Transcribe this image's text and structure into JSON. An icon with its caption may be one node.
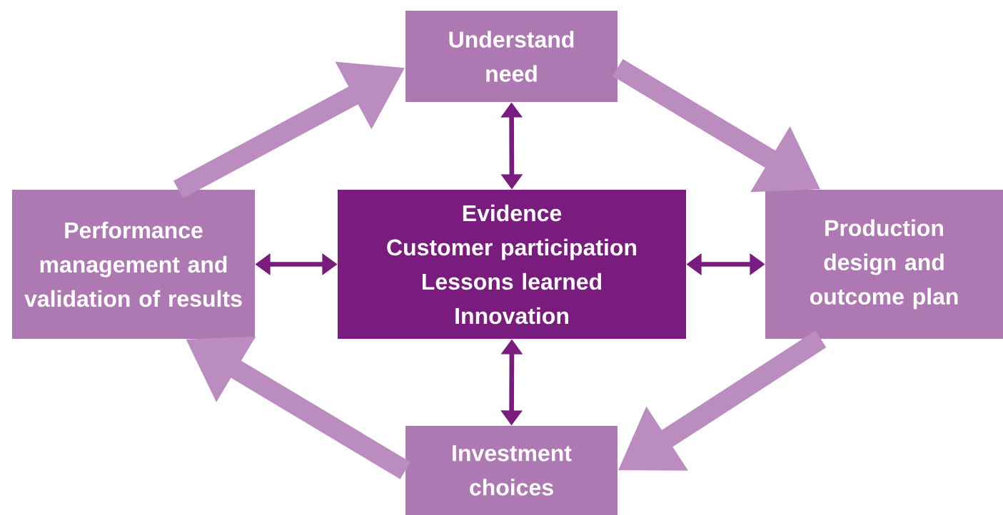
{
  "diagram": {
    "nodes": [
      {
        "text": [
          "Understand need"
        ]
      },
      {
        "text": [
          "Production design and outcome plan"
        ]
      },
      {
        "text": [
          "Investment choices"
        ]
      },
      {
        "text": [
          "Performance management and validation of results"
        ]
      },
      {
        "text": [
          "Evidence",
          "Customer participation",
          "Lessons learned",
          "Innovation"
        ]
      }
    ],
    "edges": [
      {
        "from": 3,
        "to": 0,
        "arrow": "to",
        "style": "thick"
      },
      {
        "from": 0,
        "to": 1,
        "arrow": "to",
        "style": "thick"
      },
      {
        "from": 1,
        "to": 2,
        "arrow": "to",
        "style": "thick"
      },
      {
        "from": 2,
        "to": 3,
        "arrow": "to",
        "style": "thick"
      },
      {
        "from": 4,
        "to": 0,
        "arrow": "both",
        "color": "#7a1c7d"
      },
      {
        "from": 4,
        "to": 1,
        "arrow": "both",
        "color": "#7a1c7d"
      },
      {
        "from": 4,
        "to": 2,
        "arrow": "both",
        "color": "#7a1c7d"
      },
      {
        "from": 4,
        "to": 3,
        "arrow": "both",
        "color": "#7a1c7d"
      }
    ]
  }
}
